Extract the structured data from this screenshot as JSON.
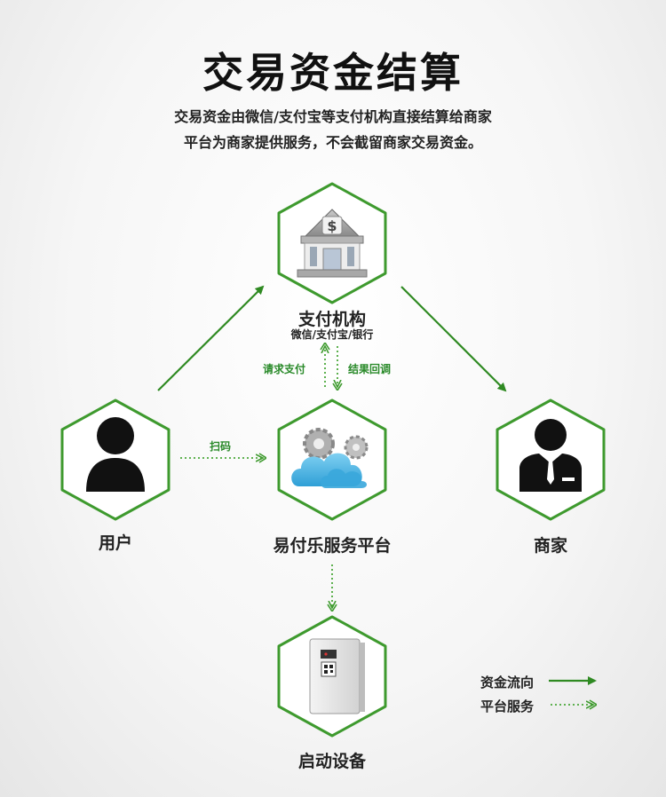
{
  "title": "交易资金结算",
  "subtitle": {
    "line1": "交易资金由微信/支付宝等支付机构直接结算给商家",
    "line2": "平台为商家提供服务，不会截留商家交易资金。"
  },
  "nodes": {
    "payment_institution": {
      "label": "支付机构",
      "sublabel": "微信/支付宝/银行",
      "icon": "bank-icon"
    },
    "user": {
      "label": "用户",
      "icon": "person-icon"
    },
    "platform": {
      "label": "易付乐服务平台",
      "icon": "cloud-gear-icon"
    },
    "merchant": {
      "label": "商家",
      "icon": "businessman-icon"
    },
    "device": {
      "label": "启动设备",
      "icon": "terminal-box-icon"
    }
  },
  "edges": {
    "scan": "扫码",
    "request_payment": "请求支付",
    "result_callback": "结果回调"
  },
  "legend": {
    "fund_flow": "资金流向",
    "platform_service": "平台服务"
  },
  "colors": {
    "accent_green": "#3e9a2e",
    "dotted_green": "#4aa83a"
  }
}
